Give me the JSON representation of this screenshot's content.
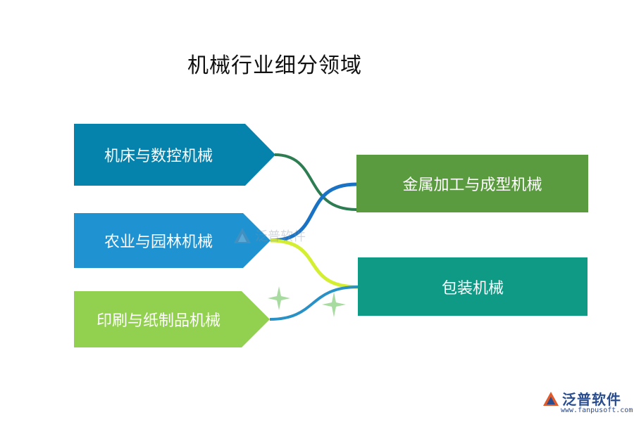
{
  "title": "机械行业细分领域",
  "left_nodes": [
    {
      "label": "机床与数控机械",
      "color": "#0683ad"
    },
    {
      "label": "农业与园林机械",
      "color": "#1f93d1"
    },
    {
      "label": "印刷与纸制品机械",
      "color": "#92d050"
    }
  ],
  "right_nodes": [
    {
      "label": "金属加工与成型机械",
      "color": "#5b9b3f"
    },
    {
      "label": "包装机械",
      "color": "#0e9a85"
    }
  ],
  "watermark": {
    "text": "泛普软件"
  },
  "logo": {
    "text": "泛普软件",
    "url": "www.fanpusoft.com"
  }
}
